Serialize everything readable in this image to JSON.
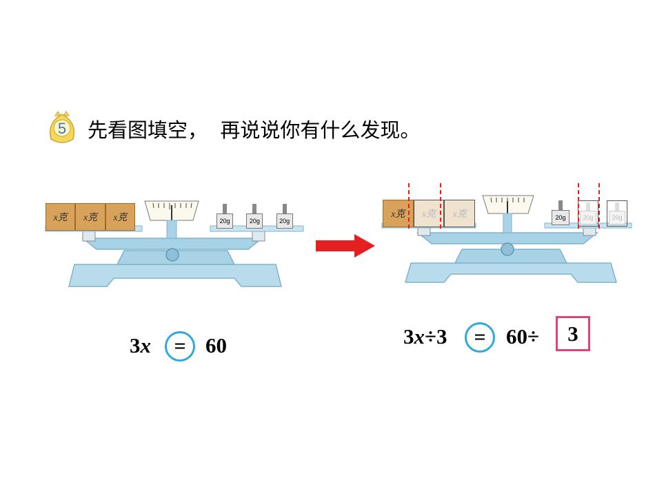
{
  "badge": {
    "number": "5"
  },
  "title": "先看图填空，  再说说你有什么发现。",
  "left_scale": {
    "blocks": [
      "x克",
      "x克",
      "x克"
    ],
    "weights": [
      "20g",
      "20g",
      "20g"
    ]
  },
  "right_scale": {
    "blocks": [
      "x克",
      "x克",
      "x克"
    ],
    "weights": [
      "20g",
      "20g",
      "20g"
    ]
  },
  "left_equation": {
    "lhs": "3",
    "var": "x",
    "op": "=",
    "rhs": "60"
  },
  "right_equation": {
    "lhs_a": "3",
    "var": "x",
    "lhs_b": "÷3",
    "op": "=",
    "rhs": "60÷",
    "answer": "3"
  },
  "colors": {
    "scale_blue": "#b9dcec",
    "arrow_red": "#e62020",
    "circle_blue": "#2fa8e0",
    "answer_pink": "#e0437a",
    "badge_yellow": "#f5d75a"
  }
}
